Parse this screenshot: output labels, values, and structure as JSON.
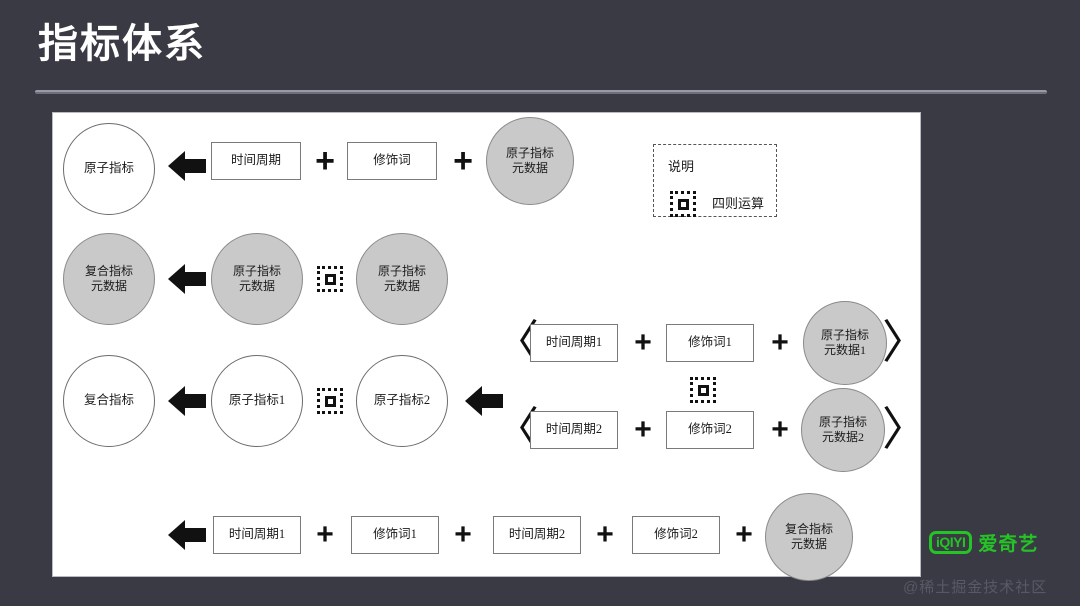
{
  "slide": {
    "title": "指标体系",
    "background_color": "#3a3a45",
    "canvas_color": "#ffffff"
  },
  "legend": {
    "title": "说明",
    "icon_name": "four-arithmetic-operations-icon",
    "icon_label": "四则运算"
  },
  "symbols": {
    "plus": "+",
    "bracket_open": "〈",
    "bracket_close": "〉"
  },
  "rows": {
    "row1": {
      "result": "原子指标",
      "a": "时间周期",
      "b": "修饰词",
      "c": "原子指标\n元数据"
    },
    "row2": {
      "result": "复合指标\n元数据",
      "a": "原子指标\n元数据",
      "b": "原子指标\n元数据"
    },
    "row3": {
      "result": "复合指标",
      "a": "原子指标1",
      "b": "原子指标2",
      "line1_a": "时间周期1",
      "line1_b": "修饰词1",
      "line1_c": "原子指标\n元数据1",
      "line2_a": "时间周期2",
      "line2_b": "修饰词2",
      "line2_c": "原子指标\n元数据2"
    },
    "row4": {
      "a": "时间周期1",
      "b": "修饰词1",
      "c": "时间周期2",
      "d": "修饰词2",
      "e": "复合指标\n元数据"
    }
  },
  "watermarks": {
    "brand_mark": "iQIYI",
    "brand_cn": "爱奇艺",
    "brand_color": "#25c425",
    "community": "@稀土掘金技术社区"
  }
}
